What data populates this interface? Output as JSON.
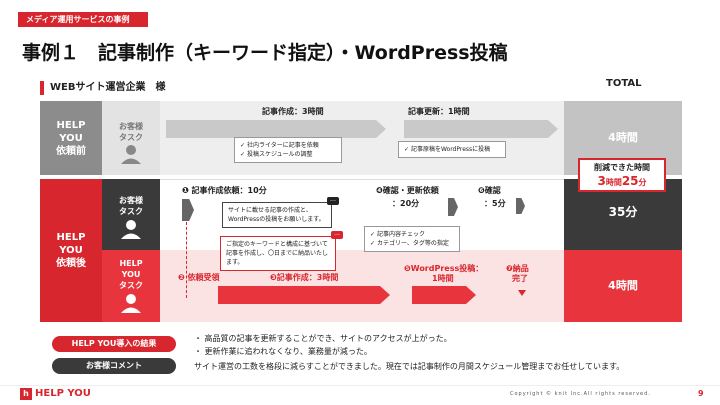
{
  "header": {
    "tag": "メディア運用サービスの事例",
    "title": "事例１　記事制作（キーワード指定）・WordPress投稿",
    "client": "WEBサイト運営企業　様",
    "total_label": "TOTAL"
  },
  "rows": {
    "before": {
      "label1": "HELP",
      "label2": "YOU",
      "label3": "依頼前",
      "task1": "お客様",
      "task2": "タスク",
      "total": "4時間"
    },
    "after": {
      "label1": "HELP",
      "label2": "YOU",
      "label3": "依頼後",
      "client_task1": "お客様",
      "client_task2": "タスク",
      "hy_task1": "HELP",
      "hy_task2": "YOU",
      "hy_task3": "タスク",
      "client_total": "35分",
      "hy_total": "4時間"
    }
  },
  "before_steps": {
    "step1_label": "記事作成：3時間",
    "step1_items": [
      "社内ライターに記事を依頼",
      "投稿スケジュールの調整"
    ],
    "step2_label": "記事更新：1時間",
    "step2_items": [
      "記事原稿をWordPressに投稿"
    ]
  },
  "after_steps": {
    "s1": "❶ 記事作成依頼：10分",
    "s1_box": [
      "サイトに載せる記事の作成と、",
      "WordPressの投稿をお願いします。"
    ],
    "s4a": "❹確認・更新依頼",
    "s4b": "：20分",
    "s4_items": [
      "記事内容チェック",
      "カテゴリー、タグ等の指定"
    ],
    "s6a": "❻確認",
    "s6b": "：5分",
    "hy_box": [
      "ご指定のキーワードと構成に基づいて",
      "記事を作成し、〇日までに納品いたし",
      "ます。"
    ],
    "s2": "❷ 依頼受領",
    "s3": "❸記事作成：3時間",
    "s5a": "❺WordPress投稿：",
    "s5b": "1時間",
    "s7a": "❼納品",
    "s7b": "完了"
  },
  "savings": {
    "line1": "削減できた時間",
    "big1": "3",
    "small1": "時間",
    "big2": "25",
    "small2": "分"
  },
  "results": {
    "result_pill": "HELP YOU導入の結果",
    "comment_pill": "お客様コメント",
    "bullets": [
      "高品質の記事を更新することができ、サイトのアクセスが上がった。",
      "更新作業に追われなくなり、業務量が減った。"
    ],
    "comment": "サイト運営の工数を格段に減らすことができました。現在では記事制作の月間スケジュール管理までお任せしています。"
  },
  "footer": {
    "logo": "HELP YOU",
    "copyright": "Copyright © knit Inc.All rights reserved.",
    "page": "9"
  },
  "colors": {
    "accent": "#d8262e",
    "gray": "#8c8c8c",
    "dark": "#3a3a3a"
  }
}
